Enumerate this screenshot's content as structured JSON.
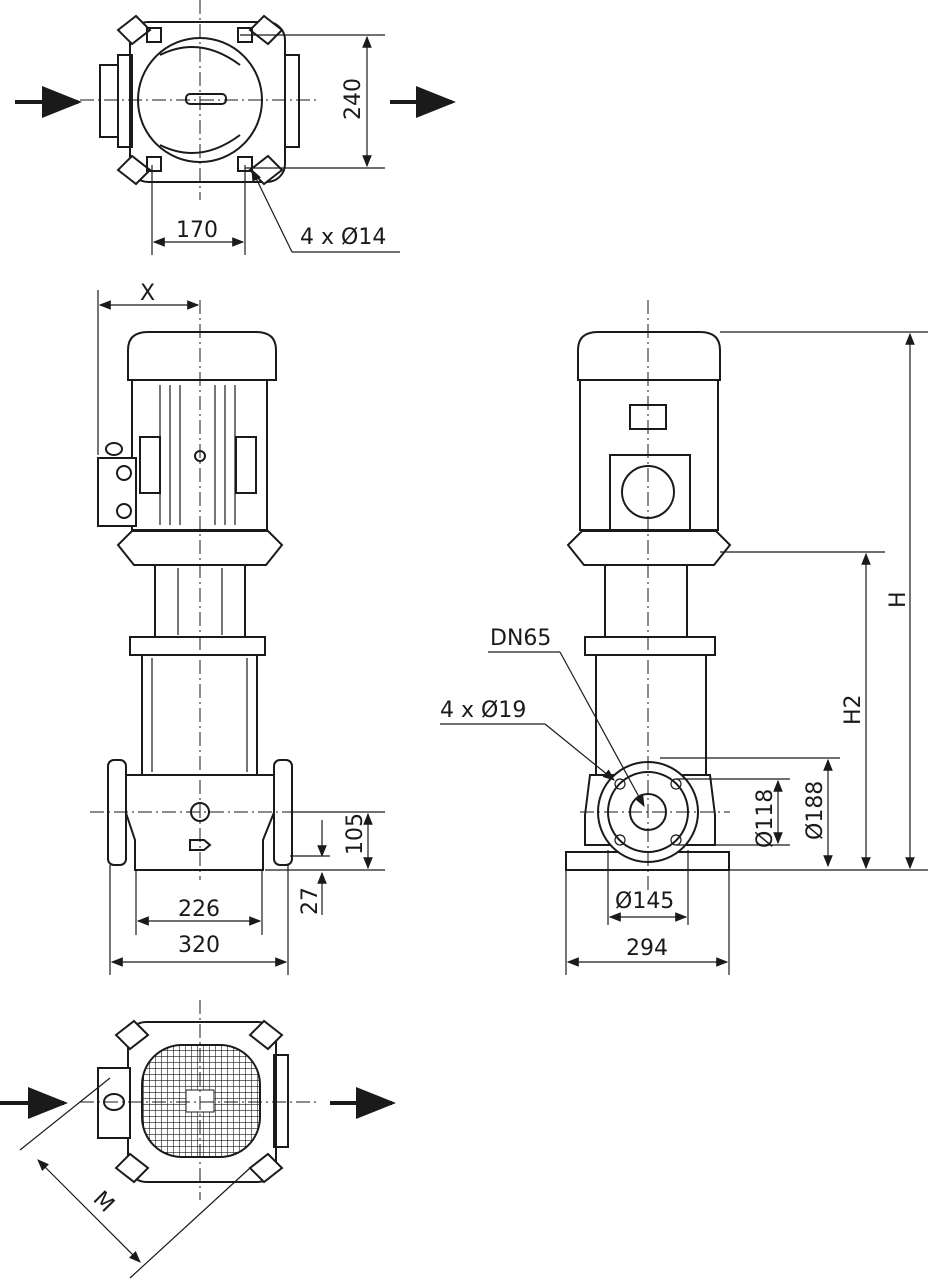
{
  "top_view": {
    "dim_depth": "240",
    "dim_width": "170",
    "holes": "4 x Ø14"
  },
  "side_view": {
    "dim_x": "X",
    "dim_105": "105",
    "dim_27": "27",
    "dim_226": "226",
    "dim_320": "320"
  },
  "front_view": {
    "dim_h": "H",
    "dim_h2": "H2",
    "flange": "DN65",
    "flange_holes": "4 x Ø19",
    "dim_118": "Ø118",
    "dim_188": "Ø188",
    "dim_145": "Ø145",
    "dim_294": "294"
  },
  "bottom_view": {
    "dim_m": "M"
  }
}
